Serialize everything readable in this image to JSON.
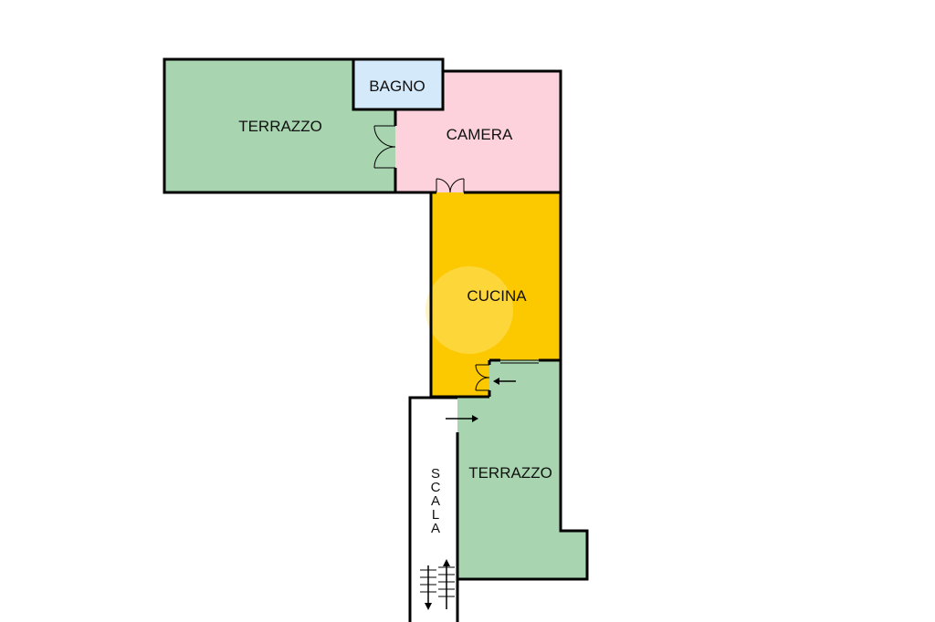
{
  "rooms": {
    "terrazzo_top": {
      "label": "TERRAZZO",
      "color": "#a8d5b0"
    },
    "bagno": {
      "label": "BAGNO",
      "color": "#d4e9fa"
    },
    "camera": {
      "label": "CAMERA",
      "color": "#fdd2dc"
    },
    "cucina": {
      "label": "CUCINA",
      "color": "#fcc800"
    },
    "terrazzo_bottom": {
      "label": "TERRAZZO",
      "color": "#a8d5b0"
    },
    "scala": {
      "label_letters": [
        "S",
        "C",
        "A",
        "L",
        "A"
      ],
      "color": "#ffffff"
    }
  },
  "watermark": {
    "color": "#ffe680"
  }
}
